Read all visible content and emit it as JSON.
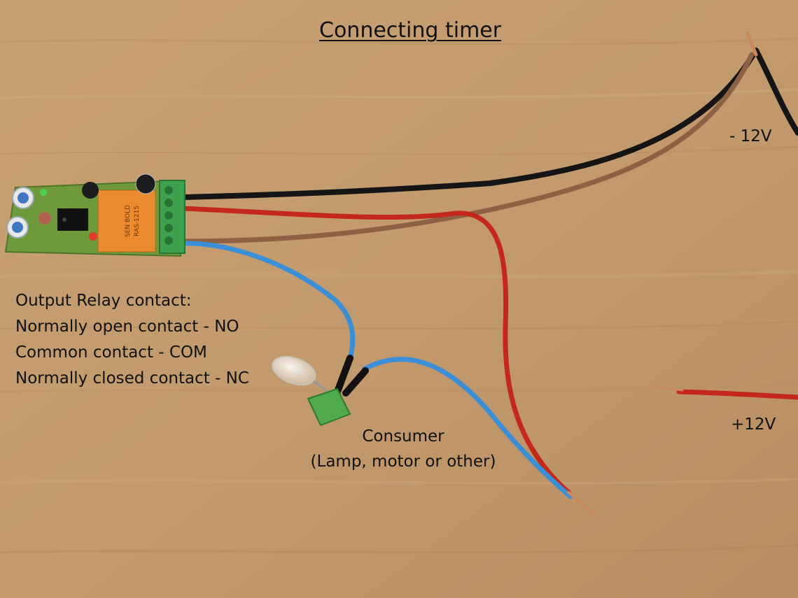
{
  "title": "Connecting timer",
  "labels": {
    "negative_supply": "- 12V",
    "positive_supply": "+12V",
    "relay_heading": "Output Relay contact:",
    "relay_items": [
      "Normally open contact - NO",
      "Common contact - COM",
      "Normally closed contact - NC"
    ],
    "consumer_title": "Consumer",
    "consumer_subtitle": "(Lamp, motor or other)"
  },
  "components": {
    "relay_marking": [
      "SEN BOLD",
      "RAS-1215"
    ]
  },
  "colors": {
    "table": "#c29a6e",
    "pcb": "#6f9a3c",
    "relay": "#ec8a2e",
    "terminal": "#3fa04e",
    "wire_black": "#151515",
    "wire_red": "#c4281c",
    "wire_brown": "#8d6244",
    "wire_blue": "#3b8fd6",
    "copper": "#c98a5e"
  }
}
